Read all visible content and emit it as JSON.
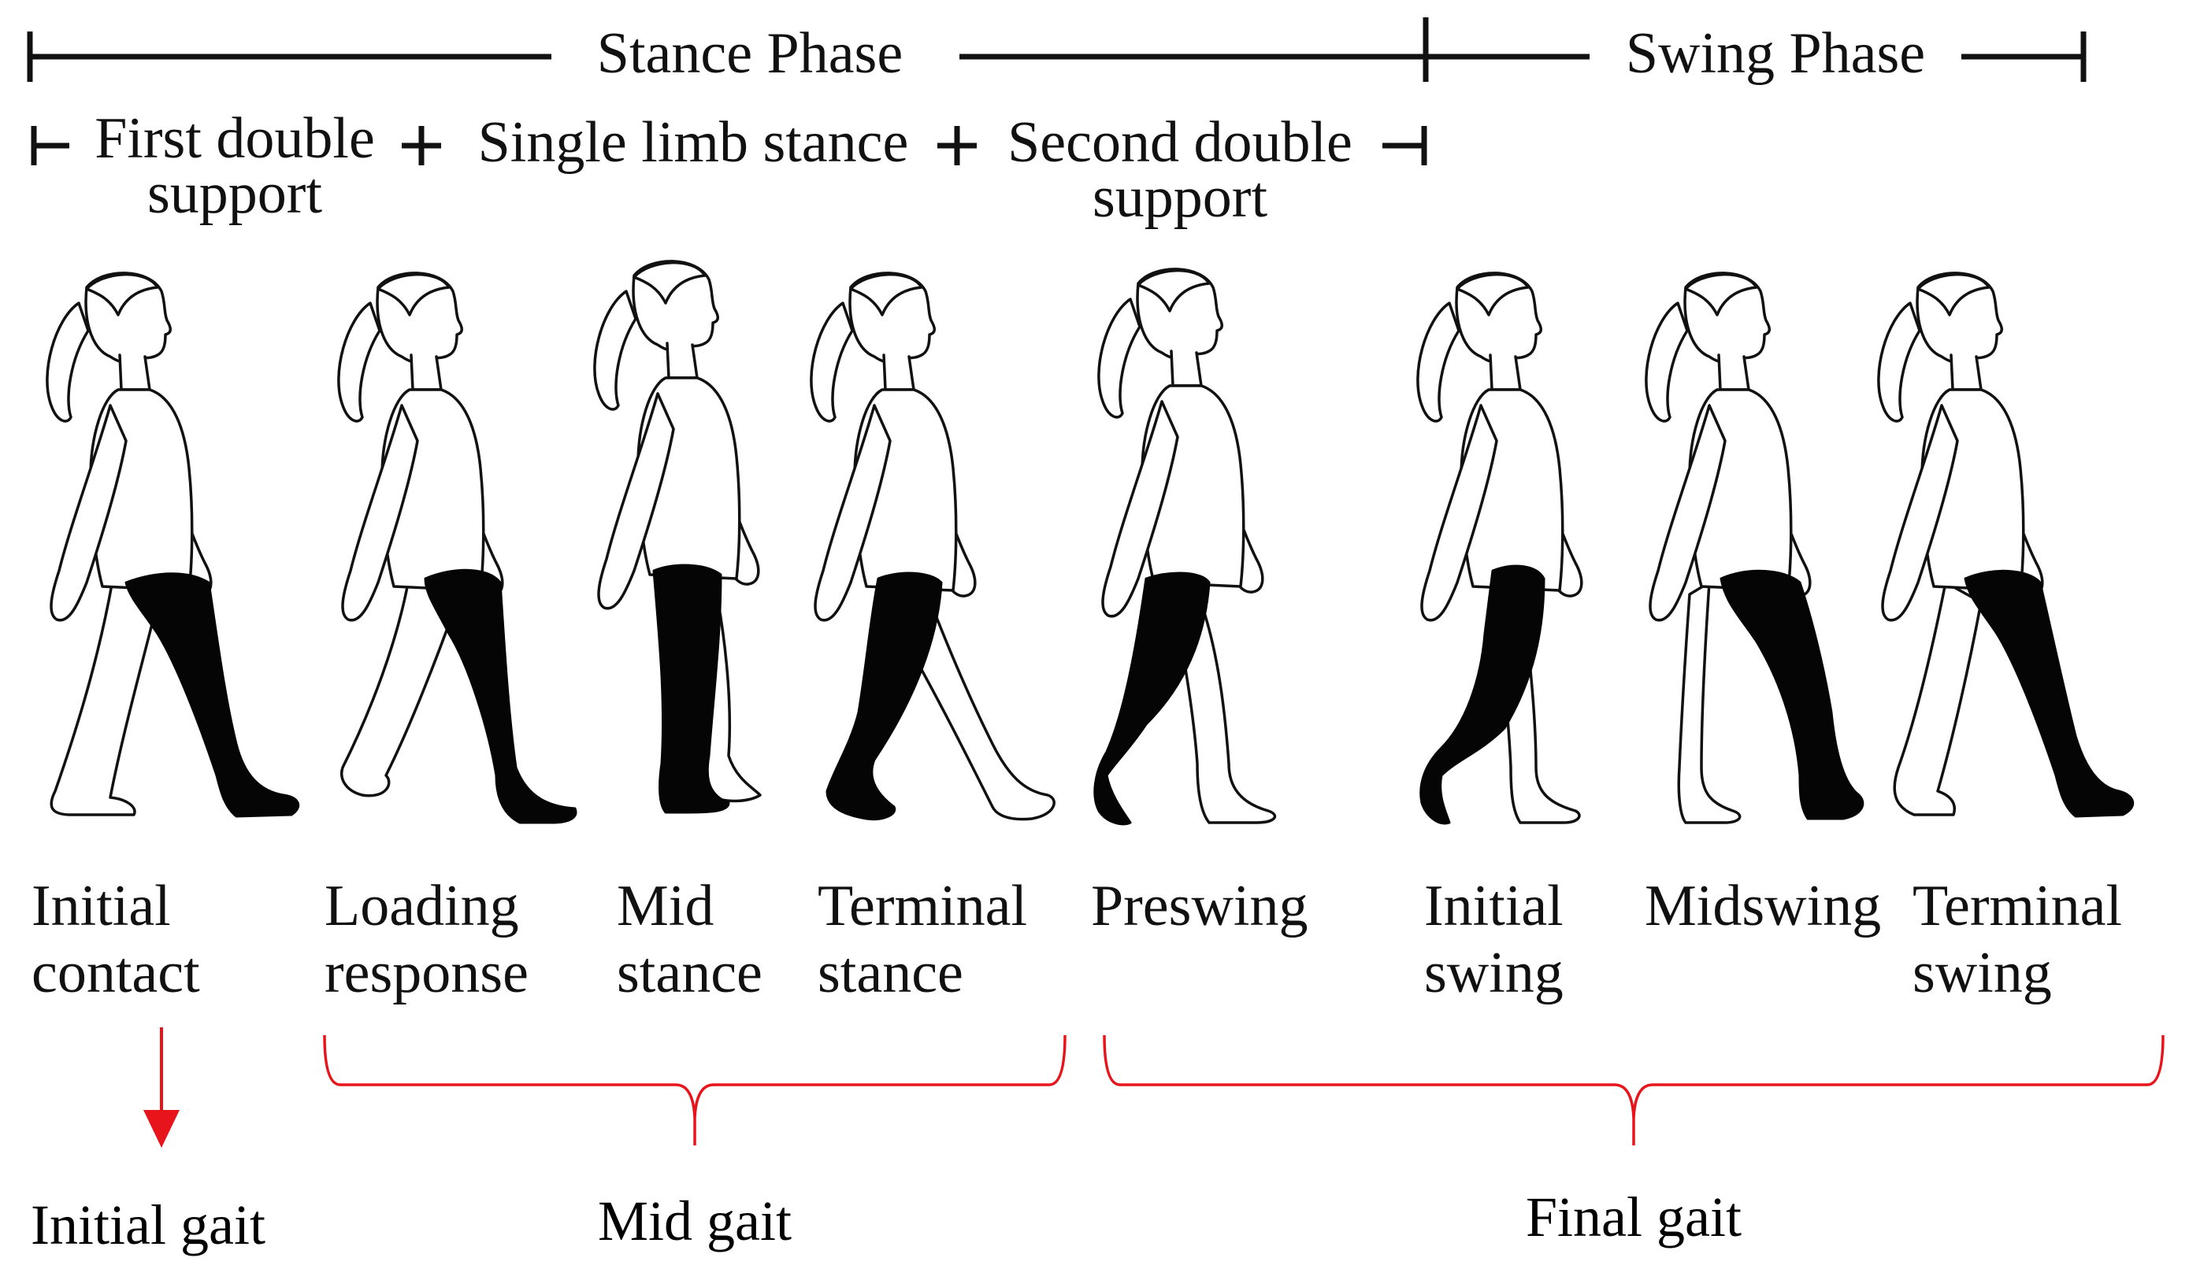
{
  "phases": {
    "stance": "Stance Phase",
    "swing": "Swing Phase"
  },
  "subphases": {
    "first_double_line1": "First double",
    "first_double_line2": "support",
    "single_limb": "Single limb stance",
    "second_double_line1": "Second double",
    "second_double_line2": "support"
  },
  "figures": [
    {
      "line1": "Initial",
      "line2": "contact"
    },
    {
      "line1": "Loading",
      "line2": "response"
    },
    {
      "line1": "Mid",
      "line2": "stance"
    },
    {
      "line1": "Terminal",
      "line2": "stance"
    },
    {
      "line1": "Preswing",
      "line2": ""
    },
    {
      "line1": "Initial",
      "line2": "swing"
    },
    {
      "line1": "Midswing",
      "line2": ""
    },
    {
      "line1": "Terminal",
      "line2": "swing"
    }
  ],
  "groups": {
    "initial": "Initial gait",
    "mid": "Mid gait",
    "final": "Final gait"
  },
  "colors": {
    "accent": "#e8141b",
    "ink": "#111111",
    "highlight_leg": "#050505"
  }
}
